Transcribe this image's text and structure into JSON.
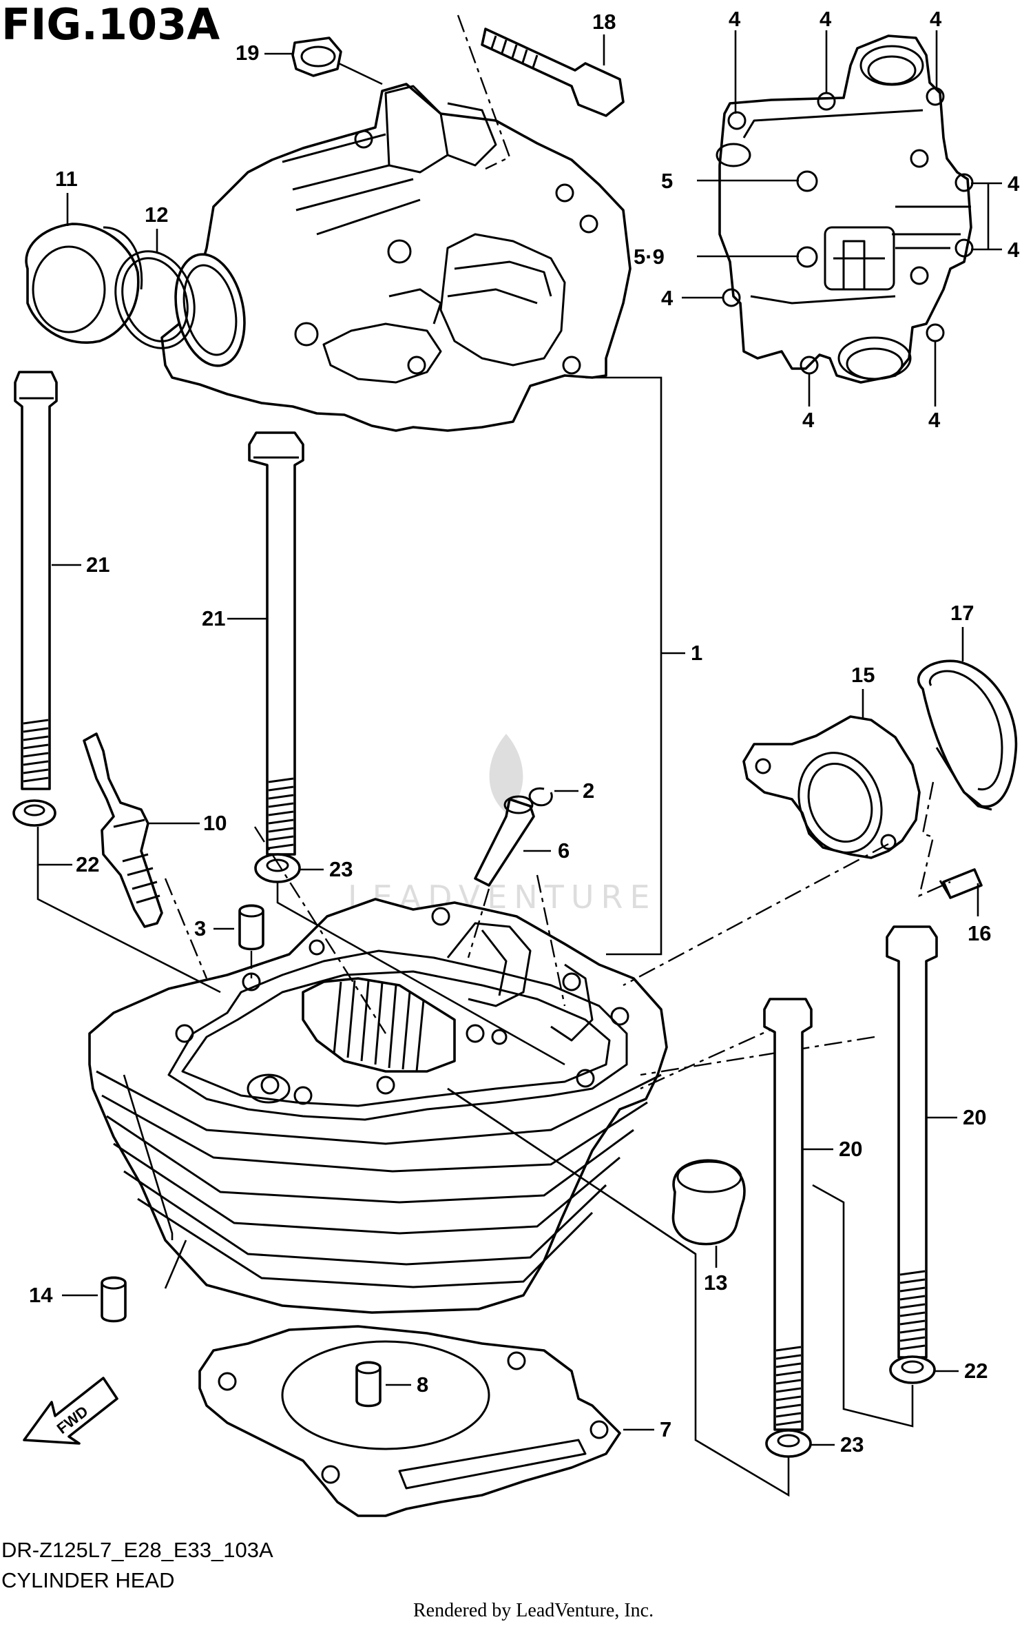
{
  "figure": {
    "title": "FIG.103A",
    "model_code": "DR-Z125L7_E28_E33_103A",
    "section_name": "CYLINDER HEAD",
    "render_credit": "Rendered by LeadVenture, Inc.",
    "watermark": "LEADVENTURE",
    "fwd_label": "FWD"
  },
  "callouts": [
    {
      "id": "c19",
      "label": "19"
    },
    {
      "id": "c18",
      "label": "18"
    },
    {
      "id": "c11",
      "label": "11"
    },
    {
      "id": "c12",
      "label": "12"
    },
    {
      "id": "c4a",
      "label": "4"
    },
    {
      "id": "c4b",
      "label": "4"
    },
    {
      "id": "c4c",
      "label": "4"
    },
    {
      "id": "c4d",
      "label": "4"
    },
    {
      "id": "c4e",
      "label": "4"
    },
    {
      "id": "c4f",
      "label": "4"
    },
    {
      "id": "c4g",
      "label": "4"
    },
    {
      "id": "c4h",
      "label": "4"
    },
    {
      "id": "c5",
      "label": "5"
    },
    {
      "id": "c59",
      "label": "5·9"
    },
    {
      "id": "c21a",
      "label": "21"
    },
    {
      "id": "c21b",
      "label": "21"
    },
    {
      "id": "c1",
      "label": "1"
    },
    {
      "id": "c17",
      "label": "17"
    },
    {
      "id": "c15",
      "label": "15"
    },
    {
      "id": "c2",
      "label": "2"
    },
    {
      "id": "c10",
      "label": "10"
    },
    {
      "id": "c6",
      "label": "6"
    },
    {
      "id": "c22a",
      "label": "22"
    },
    {
      "id": "c23a",
      "label": "23"
    },
    {
      "id": "c16",
      "label": "16"
    },
    {
      "id": "c3",
      "label": "3"
    },
    {
      "id": "c20a",
      "label": "20"
    },
    {
      "id": "c20b",
      "label": "20"
    },
    {
      "id": "c13",
      "label": "13"
    },
    {
      "id": "c14",
      "label": "14"
    },
    {
      "id": "c8",
      "label": "8"
    },
    {
      "id": "c7",
      "label": "7"
    },
    {
      "id": "c22b",
      "label": "22"
    },
    {
      "id": "c23b",
      "label": "23"
    }
  ]
}
